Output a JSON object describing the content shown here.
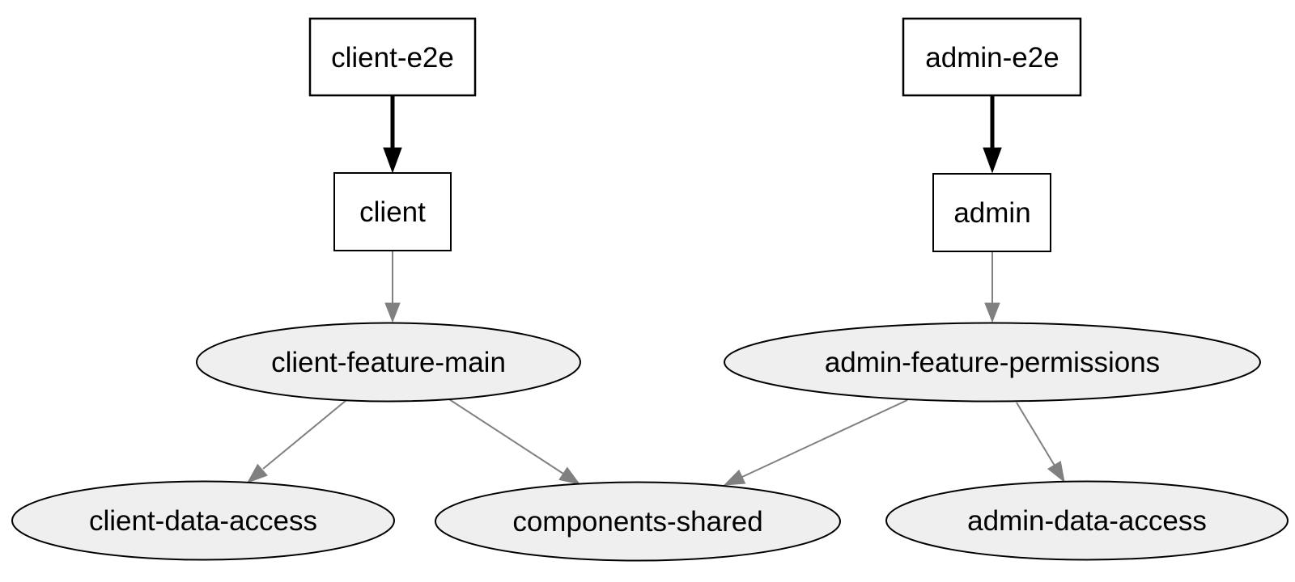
{
  "diagram": {
    "type": "dependency-graph",
    "background": "#ffffff",
    "colors": {
      "app_node_fill": "#ffffff",
      "lib_node_fill": "#efefef",
      "node_border": "#000000",
      "strong_edge": "#000000",
      "regular_edge": "#808080",
      "label_text": "#000000"
    },
    "nodes": [
      {
        "id": "client-e2e",
        "label": "client-e2e",
        "shape": "box",
        "kind": "e2e-app"
      },
      {
        "id": "client",
        "label": "client",
        "shape": "box",
        "kind": "app"
      },
      {
        "id": "client-feature-main",
        "label": "client-feature-main",
        "shape": "ellipse",
        "kind": "lib"
      },
      {
        "id": "client-data-access",
        "label": "client-data-access",
        "shape": "ellipse",
        "kind": "lib"
      },
      {
        "id": "components-shared",
        "label": "components-shared",
        "shape": "ellipse",
        "kind": "lib"
      },
      {
        "id": "admin-e2e",
        "label": "admin-e2e",
        "shape": "box",
        "kind": "e2e-app"
      },
      {
        "id": "admin",
        "label": "admin",
        "shape": "box",
        "kind": "app"
      },
      {
        "id": "admin-feature-permissions",
        "label": "admin-feature-permissions",
        "shape": "ellipse",
        "kind": "lib"
      },
      {
        "id": "admin-data-access",
        "label": "admin-data-access",
        "shape": "ellipse",
        "kind": "lib"
      }
    ],
    "edges": [
      {
        "from": "client-e2e",
        "to": "client",
        "style": "strong"
      },
      {
        "from": "admin-e2e",
        "to": "admin",
        "style": "strong"
      },
      {
        "from": "client",
        "to": "client-feature-main",
        "style": "regular"
      },
      {
        "from": "admin",
        "to": "admin-feature-permissions",
        "style": "regular"
      },
      {
        "from": "client-feature-main",
        "to": "client-data-access",
        "style": "regular"
      },
      {
        "from": "client-feature-main",
        "to": "components-shared",
        "style": "regular"
      },
      {
        "from": "admin-feature-permissions",
        "to": "components-shared",
        "style": "regular"
      },
      {
        "from": "admin-feature-permissions",
        "to": "admin-data-access",
        "style": "regular"
      }
    ]
  }
}
